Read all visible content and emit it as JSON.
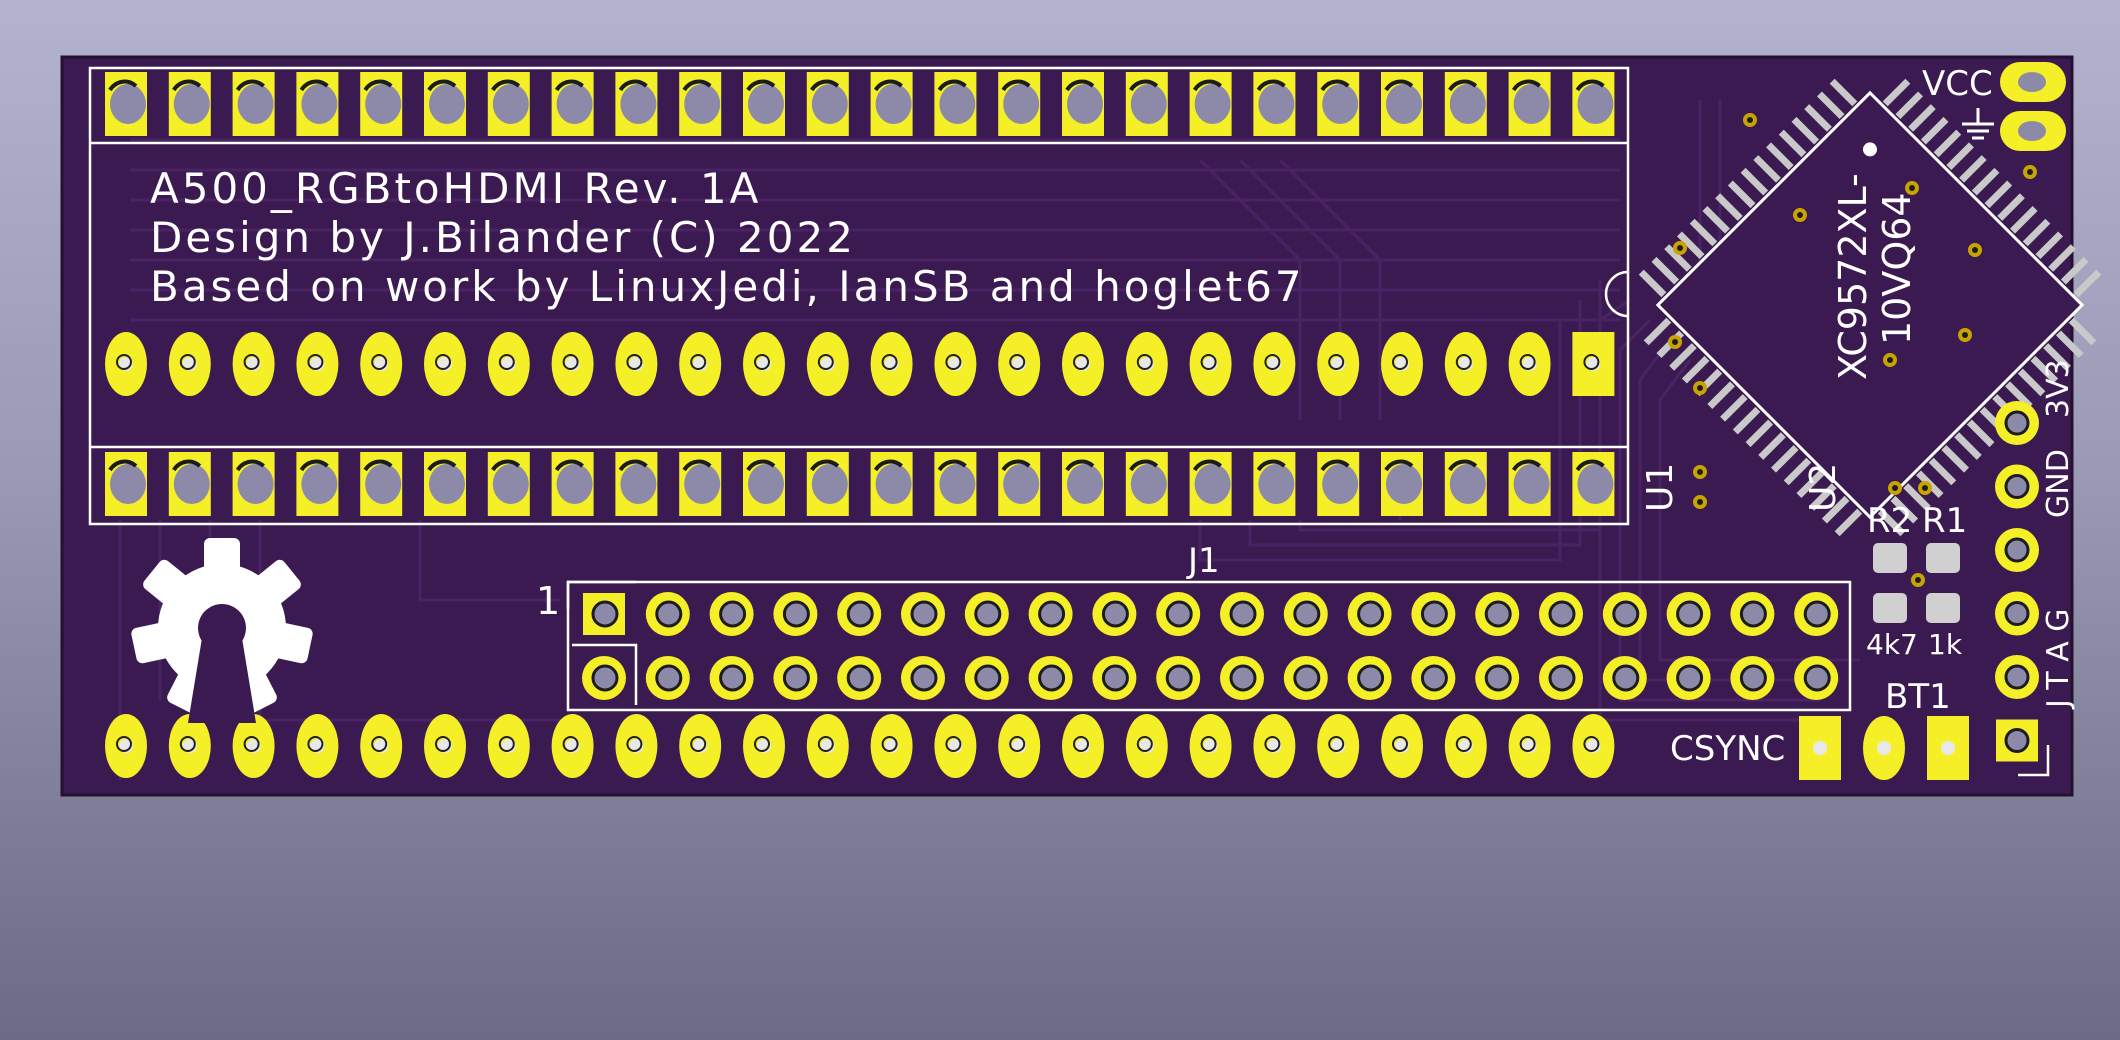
{
  "silkscreen": {
    "title_line": "A500_RGBtoHDMI  Rev. 1A",
    "designer_line": "Design by J.Bilander (C) 2022",
    "credits_line": "Based on work by LinuxJedi, IanSB and hoglet67"
  },
  "labels": {
    "vcc": "VCC",
    "u1": "U1",
    "u2": "U2",
    "chip_line1": "XC9572XL-",
    "chip_line2": "10VQ64",
    "r1": "R1",
    "r2": "R2",
    "r1_value": "1k",
    "r2_value": "4k7",
    "j1": "J1",
    "j1_pin1": "1",
    "bt1": "BT1",
    "csync": "CSYNC",
    "pin_3v3": "3V3",
    "pin_gnd": "GND",
    "jtag": "J T A G"
  },
  "colors": {
    "board": "#3b1a52",
    "pad": "#f4ef27",
    "silk": "#ffffff",
    "drill": "#8c8aa8",
    "pad_gray": "#c7c7c7"
  },
  "icons": {
    "logo": "open-source-hardware-gear-icon",
    "ground": "ground-symbol-icon"
  }
}
